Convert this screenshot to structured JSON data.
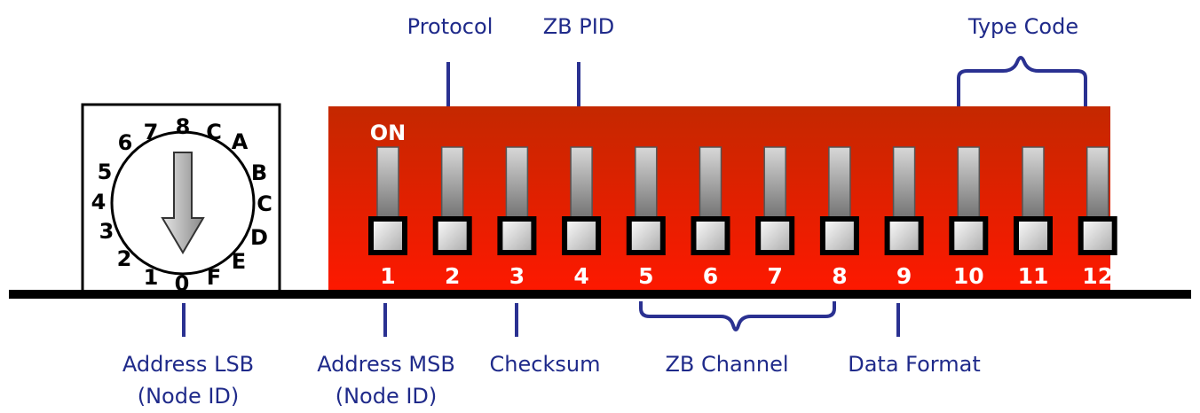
{
  "top_labels": {
    "protocol": "Protocol",
    "zb_pid": "ZB PID",
    "type_code": "Type Code"
  },
  "bottom_labels": {
    "address_lsb": [
      "Address LSB",
      "(Node ID)"
    ],
    "address_msb": [
      "Address MSB",
      "(Node ID)"
    ],
    "checksum": "Checksum",
    "zb_channel": "ZB Channel",
    "data_format": "Data Format"
  },
  "rotary_switch": {
    "labels": [
      "0",
      "1",
      "2",
      "3",
      "4",
      "5",
      "6",
      "7",
      "8",
      "C",
      "A",
      "B",
      "C",
      "D",
      "E",
      "F"
    ]
  },
  "dip_switch": {
    "on_label": "ON",
    "switches": [
      "1",
      "2",
      "3",
      "4",
      "5",
      "6",
      "7",
      "8",
      "9",
      "10",
      "11",
      "12"
    ]
  },
  "colors": {
    "label_text": "#1f2a8a",
    "leader_line": "#2a3191",
    "dip_body_top": "#c82a00",
    "dip_body_bottom": "#ff1a00",
    "baseline": "#000000"
  }
}
